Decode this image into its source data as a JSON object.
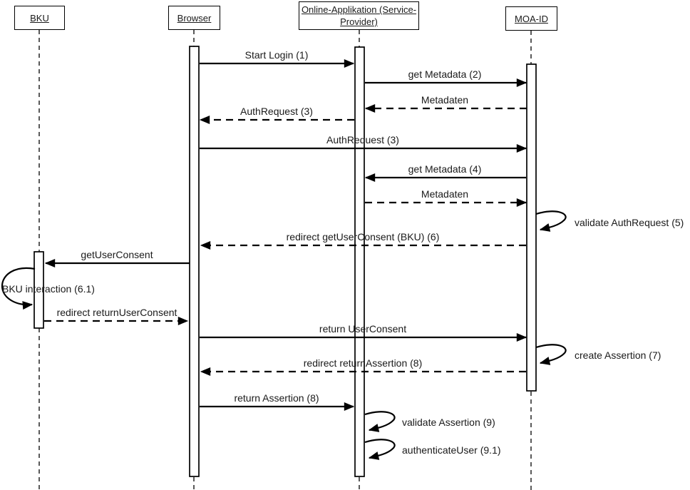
{
  "diagram": {
    "type": "uml-sequence-diagram",
    "colors": {
      "line": "#000000",
      "background": "#ffffff",
      "text": "#1a1a1a"
    },
    "actors": [
      {
        "id": "bku",
        "label": "BKU",
        "lines": [
          "BKU"
        ]
      },
      {
        "id": "browser",
        "label": "Browser",
        "lines": [
          "Browser"
        ]
      },
      {
        "id": "service-provider",
        "label": "Online-Applikation (Service-Provider)",
        "lines": [
          "Online-Applikation (Service-",
          "Provider)"
        ]
      },
      {
        "id": "moa-id",
        "label": "MOA-ID",
        "lines": [
          "MOA-ID"
        ]
      }
    ],
    "messages": [
      {
        "label": "Start Login (1)",
        "from": "Browser",
        "to": "Online-Applikation (Service-Provider)",
        "style": "solid"
      },
      {
        "label": "get Metadata (2)",
        "from": "Online-Applikation (Service-Provider)",
        "to": "MOA-ID",
        "style": "solid"
      },
      {
        "label": "Metadaten",
        "from": "MOA-ID",
        "to": "Online-Applikation (Service-Provider)",
        "style": "dashed"
      },
      {
        "label": "AuthRequest (3)",
        "from": "Online-Applikation (Service-Provider)",
        "to": "Browser",
        "style": "dashed"
      },
      {
        "label": "AuthRequest (3)",
        "from": "Browser",
        "to": "MOA-ID",
        "style": "solid"
      },
      {
        "label": "get Metadata (4)",
        "from": "MOA-ID",
        "to": "Online-Applikation (Service-Provider)",
        "style": "solid"
      },
      {
        "label": "Metadaten",
        "from": "Online-Applikation (Service-Provider)",
        "to": "MOA-ID",
        "style": "dashed"
      },
      {
        "label": "validate AuthRequest (5)",
        "from": "MOA-ID",
        "to": "MOA-ID",
        "style": "self"
      },
      {
        "label": "redirect getUserConsent (BKU) (6)",
        "from": "MOA-ID",
        "to": "Browser",
        "style": "dashed"
      },
      {
        "label": "getUserConsent",
        "from": "Browser",
        "to": "BKU",
        "style": "solid"
      },
      {
        "label": "BKU interaction (6.1)",
        "from": "BKU",
        "to": "BKU",
        "style": "self"
      },
      {
        "label": "redirect returnUserConsent",
        "from": "BKU",
        "to": "Browser",
        "style": "dashed"
      },
      {
        "label": "return UserConsent",
        "from": "Browser",
        "to": "MOA-ID",
        "style": "solid"
      },
      {
        "label": "create Assertion (7)",
        "from": "MOA-ID",
        "to": "MOA-ID",
        "style": "self"
      },
      {
        "label": "redirect returnAssertion (8)",
        "from": "MOA-ID",
        "to": "Browser",
        "style": "dashed"
      },
      {
        "label": "return Assertion (8)",
        "from": "Browser",
        "to": "Online-Applikation (Service-Provider)",
        "style": "solid"
      },
      {
        "label": "validate Assertion (9)",
        "from": "Online-Applikation (Service-Provider)",
        "to": "Online-Applikation (Service-Provider)",
        "style": "self"
      },
      {
        "label": "authenticateUser (9.1)",
        "from": "Online-Applikation (Service-Provider)",
        "to": "Online-Applikation (Service-Provider)",
        "style": "self"
      }
    ]
  }
}
